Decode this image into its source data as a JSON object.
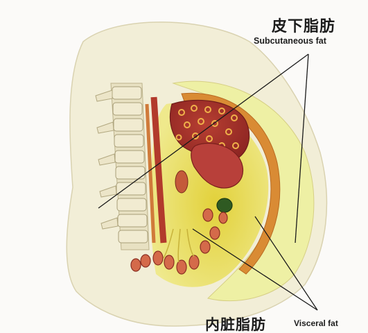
{
  "labels": {
    "subcutaneous_cn": "皮下脂肪",
    "subcutaneous_en": "Subcutaneous fat",
    "visceral_cn": "内脏脂肪",
    "visceral_en": "Visceral fat"
  },
  "colors": {
    "background": "#fbfaf8",
    "skin": "#f3efd8",
    "subcutaneous_fat": "#ecee9e",
    "visceral_fat": "#e3d640",
    "muscle": "#d2872e",
    "organ_red": "#a8302e",
    "bone": "#e6e0c0",
    "leader_line": "#1a1a1a"
  }
}
